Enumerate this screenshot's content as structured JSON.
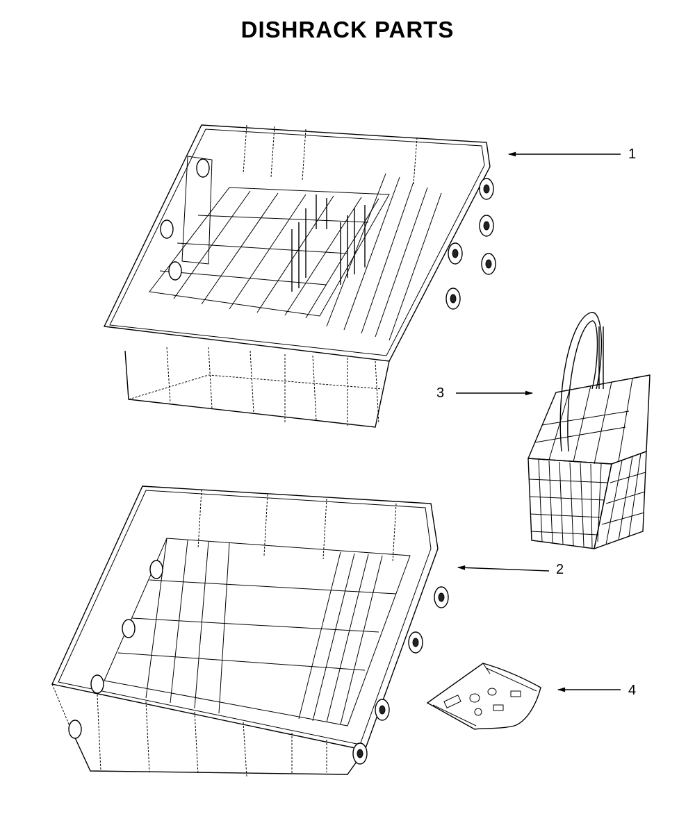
{
  "title": "DISHRACK PARTS",
  "callouts": [
    {
      "number": "1",
      "part": "upper-rack"
    },
    {
      "number": "2",
      "part": "lower-rack"
    },
    {
      "number": "3",
      "part": "silverware-basket"
    },
    {
      "number": "4",
      "part": "parts-bag"
    }
  ]
}
